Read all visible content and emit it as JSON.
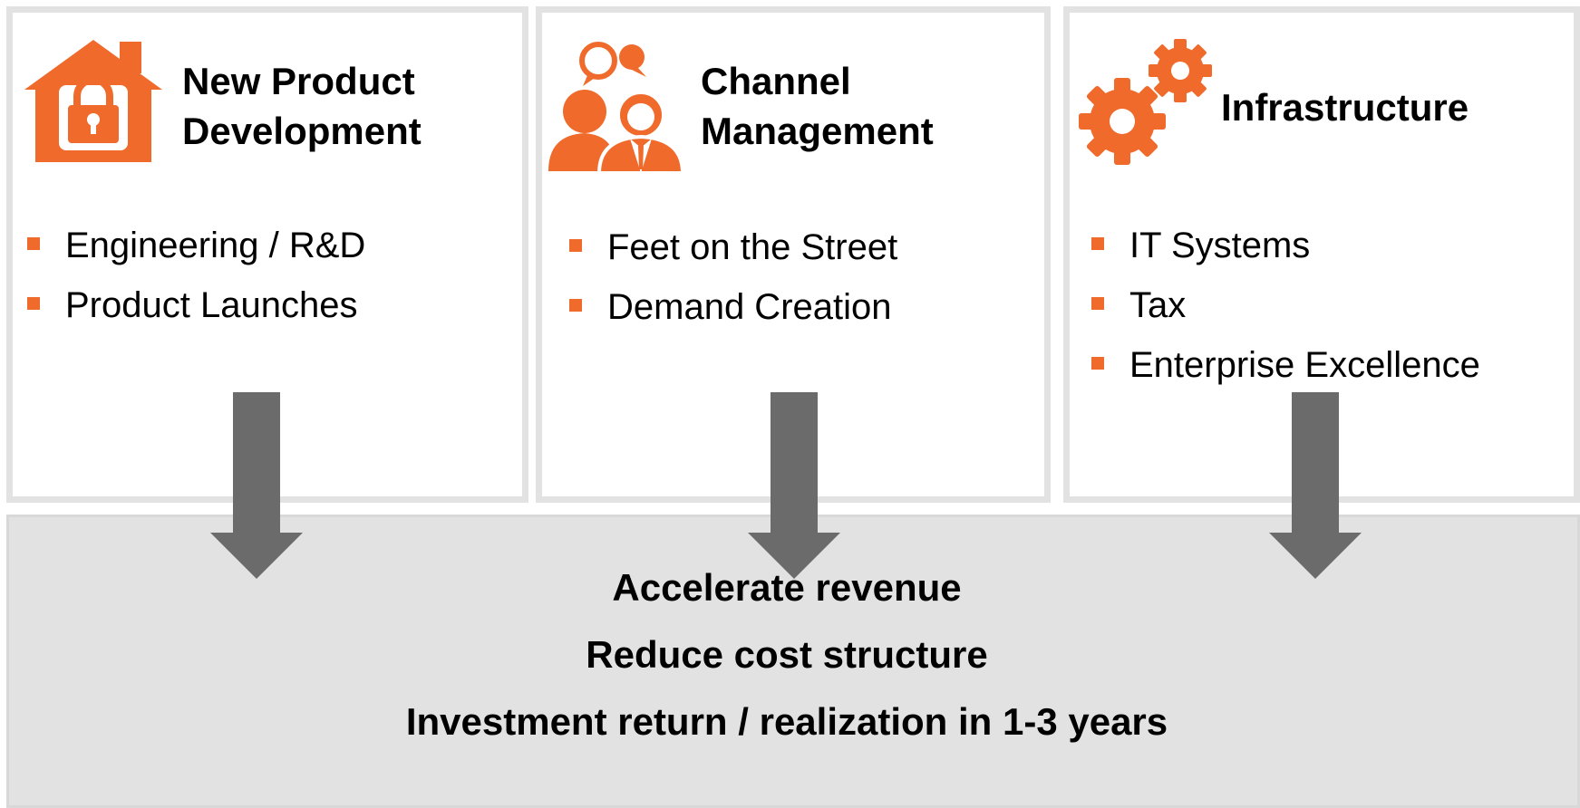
{
  "columns": [
    {
      "icon": "house-lock-icon",
      "title_line1": "New Product",
      "title_line2": "Development",
      "bullets": [
        "Engineering / R&D",
        "Product Launches"
      ]
    },
    {
      "icon": "people-chat-icon",
      "title_line1": "Channel",
      "title_line2": "Management",
      "bullets": [
        "Feet on the Street",
        "Demand Creation"
      ]
    },
    {
      "icon": "gears-icon",
      "title_line1": "Infrastructure",
      "bullets": [
        "IT Systems",
        "Tax",
        "Enterprise Excellence"
      ]
    }
  ],
  "outcomes": [
    "Accelerate revenue",
    "Reduce cost structure",
    "Investment return / realization in 1-3 years"
  ],
  "colors": {
    "accent": "#ef6a2b",
    "arrow": "#6b6b6b",
    "panel": "#e2e2e2",
    "border": "#e2e2e2"
  }
}
